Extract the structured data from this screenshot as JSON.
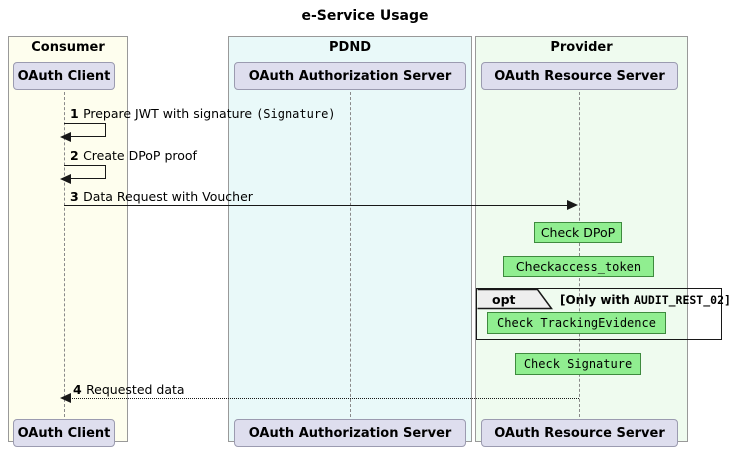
{
  "title": "e-Service Usage",
  "groups": [
    {
      "name": "Consumer",
      "color": "#FEFEEE",
      "participant": "OAuth Client"
    },
    {
      "name": "PDND",
      "color": "#E9F9F9",
      "participant": "OAuth Authorization Server"
    },
    {
      "name": "Provider",
      "color": "#EFFBEF",
      "participant": "OAuth Resource Server"
    }
  ],
  "messages": [
    {
      "number": "1",
      "text": "Prepare JWT with signature ",
      "mono": "(Signature)",
      "kind": "self"
    },
    {
      "number": "2",
      "text": "Create DPoP proof",
      "mono": "",
      "kind": "self"
    },
    {
      "number": "3",
      "text": "Data Request with Voucher",
      "mono": "",
      "kind": "call"
    },
    {
      "number": "4",
      "text": "Requested data",
      "mono": "",
      "kind": "return"
    }
  ],
  "notes": [
    {
      "text": "Check DPoP",
      "mono": ""
    },
    {
      "text": "Check ",
      "mono": "access_token"
    },
    {
      "text": "",
      "mono": "Check TrackingEvidence"
    },
    {
      "text": "",
      "mono": "Check Signature"
    }
  ],
  "fragment": {
    "label": "opt",
    "condition_prefix": "[Only with ",
    "condition_mono": "AUDIT_REST_02]"
  },
  "colors": {
    "note_fill": "#90EE90",
    "note_border": "#3E8A3E",
    "participant_fill": "#DEDEEE",
    "participant_border": "#9B9BB0",
    "line": "#181818"
  }
}
